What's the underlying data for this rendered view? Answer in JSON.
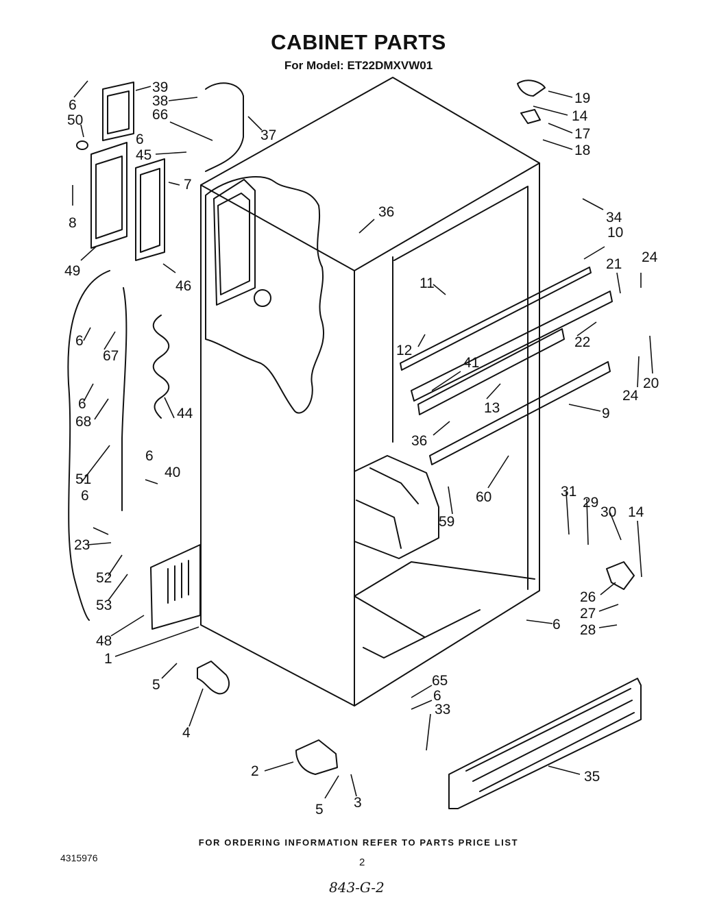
{
  "header": {
    "title": "CABINET PARTS",
    "subtitle": "For Model: ET22DMXVW01"
  },
  "callouts": [
    {
      "id": "c-6a",
      "text": "6"
    },
    {
      "id": "c-50",
      "text": "50"
    },
    {
      "id": "c-39",
      "text": "39"
    },
    {
      "id": "c-38",
      "text": "38"
    },
    {
      "id": "c-66",
      "text": "66"
    },
    {
      "id": "c-37",
      "text": "37"
    },
    {
      "id": "c-6b",
      "text": "6"
    },
    {
      "id": "c-45",
      "text": "45"
    },
    {
      "id": "c-7",
      "text": "7"
    },
    {
      "id": "c-8",
      "text": "8"
    },
    {
      "id": "c-49",
      "text": "49"
    },
    {
      "id": "c-46",
      "text": "46"
    },
    {
      "id": "c-6c",
      "text": "6"
    },
    {
      "id": "c-67",
      "text": "67"
    },
    {
      "id": "c-6d",
      "text": "6"
    },
    {
      "id": "c-68",
      "text": "68"
    },
    {
      "id": "c-44",
      "text": "44"
    },
    {
      "id": "c-51",
      "text": "51"
    },
    {
      "id": "c-6e",
      "text": "6"
    },
    {
      "id": "c-40",
      "text": "40"
    },
    {
      "id": "c-6f",
      "text": "6"
    },
    {
      "id": "c-23",
      "text": "23"
    },
    {
      "id": "c-52",
      "text": "52"
    },
    {
      "id": "c-53",
      "text": "53"
    },
    {
      "id": "c-48",
      "text": "48"
    },
    {
      "id": "c-1",
      "text": "1"
    },
    {
      "id": "c-5a",
      "text": "5"
    },
    {
      "id": "c-4",
      "text": "4"
    },
    {
      "id": "c-2",
      "text": "2"
    },
    {
      "id": "c-5b",
      "text": "5"
    },
    {
      "id": "c-3",
      "text": "3"
    },
    {
      "id": "c-19",
      "text": "19"
    },
    {
      "id": "c-14a",
      "text": "14"
    },
    {
      "id": "c-17",
      "text": "17"
    },
    {
      "id": "c-18",
      "text": "18"
    },
    {
      "id": "c-34",
      "text": "34"
    },
    {
      "id": "c-36a",
      "text": "36"
    },
    {
      "id": "c-10",
      "text": "10"
    },
    {
      "id": "c-21",
      "text": "21"
    },
    {
      "id": "c-24a",
      "text": "24"
    },
    {
      "id": "c-11",
      "text": "11"
    },
    {
      "id": "c-12",
      "text": "12"
    },
    {
      "id": "c-22",
      "text": "22"
    },
    {
      "id": "c-20",
      "text": "20"
    },
    {
      "id": "c-24b",
      "text": "24"
    },
    {
      "id": "c-41",
      "text": "41"
    },
    {
      "id": "c-13",
      "text": "13"
    },
    {
      "id": "c-9",
      "text": "9"
    },
    {
      "id": "c-36b",
      "text": "36"
    },
    {
      "id": "c-60",
      "text": "60"
    },
    {
      "id": "c-59",
      "text": "59"
    },
    {
      "id": "c-31",
      "text": "31"
    },
    {
      "id": "c-29",
      "text": "29"
    },
    {
      "id": "c-30",
      "text": "30"
    },
    {
      "id": "c-14b",
      "text": "14"
    },
    {
      "id": "c-26",
      "text": "26"
    },
    {
      "id": "c-27",
      "text": "27"
    },
    {
      "id": "c-28",
      "text": "28"
    },
    {
      "id": "c-6g",
      "text": "6"
    },
    {
      "id": "c-65",
      "text": "65"
    },
    {
      "id": "c-6h",
      "text": "6"
    },
    {
      "id": "c-33",
      "text": "33"
    },
    {
      "id": "c-35",
      "text": "35"
    }
  ],
  "footer": {
    "ordering_note": "FOR ORDERING INFORMATION REFER TO PARTS PRICE LIST",
    "doc_number": "4315976",
    "page_number": "2",
    "handwritten_note": "843-G-2"
  }
}
